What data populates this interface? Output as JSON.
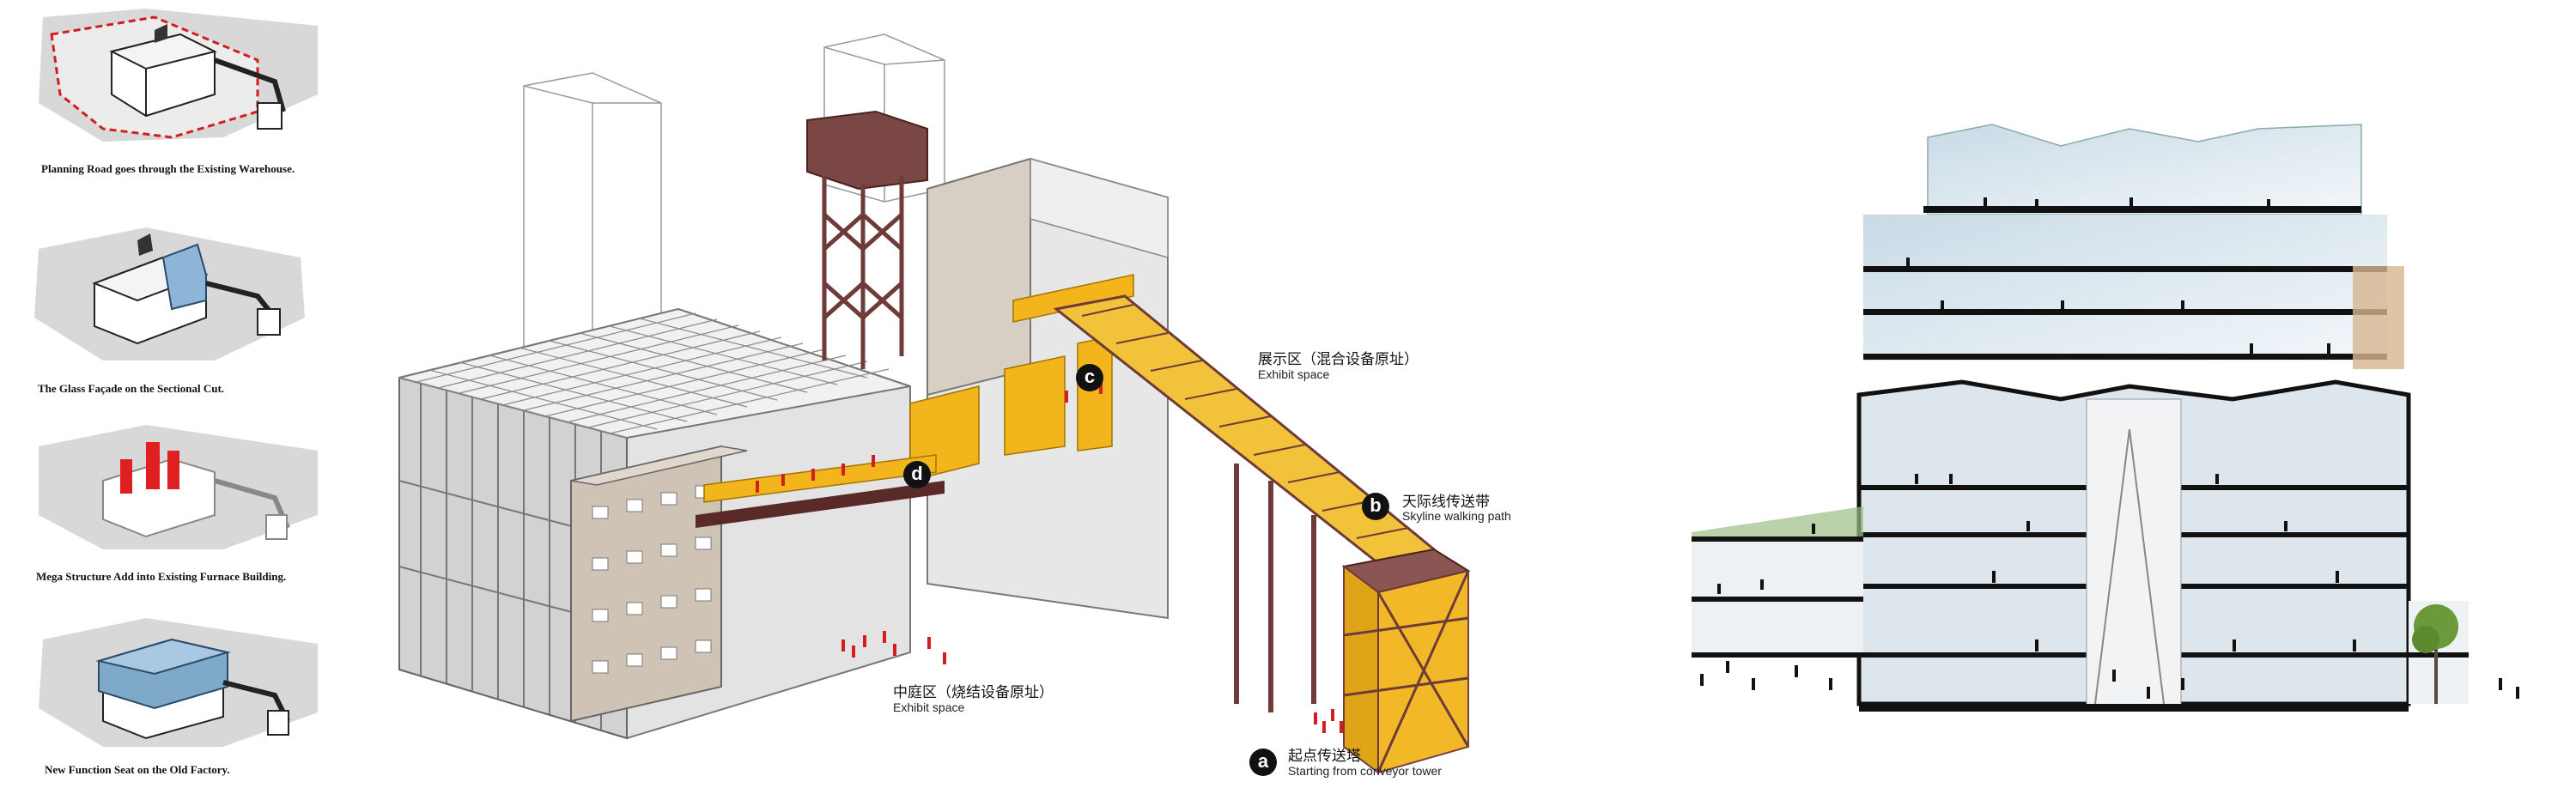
{
  "diagrams": [
    {
      "caption": "Planning Road goes through the Existing Warehouse."
    },
    {
      "caption": "The Glass Façade on the Sectional Cut."
    },
    {
      "caption": "Mega Structure Add into Existing Furnace Building."
    },
    {
      "caption": "New Function Seat on the Old Factory."
    }
  ],
  "axonometric": {
    "labels": {
      "a": {
        "badge": "a",
        "cn": "起点传送塔",
        "en": "Starting from conveyor tower"
      },
      "b": {
        "badge": "b",
        "cn": "天际线传送带",
        "en": "Skyline walking path"
      },
      "c": {
        "badge": "c",
        "cn": "展示区（混合设备原址）",
        "en": "Exhibit space"
      },
      "d": {
        "badge": "d",
        "cn": "中庭区（烧结设备原址）",
        "en": "Exhibit space"
      }
    }
  },
  "colors": {
    "highlight_yellow": "#f2b51c",
    "steel_brown": "#6e3b38",
    "glass_blue": "#7fa9c9",
    "mega_red": "#e02020",
    "path_red": "#d21e1e"
  }
}
